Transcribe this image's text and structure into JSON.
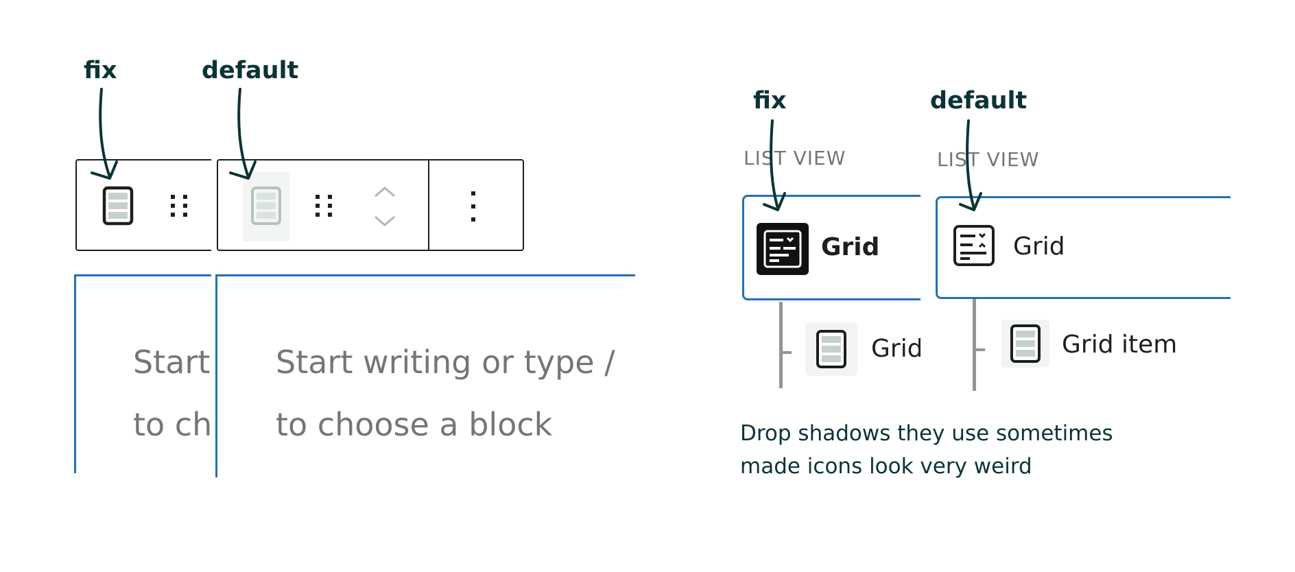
{
  "annotations": {
    "left_fix": "fix",
    "left_default": "default",
    "right_fix": "fix",
    "right_default": "default"
  },
  "editor": {
    "placeholder_line1": "Start writing or type /",
    "placeholder_line2": "to choose a block",
    "fix_line1": "Start",
    "fix_line2": "to ch"
  },
  "list_view": {
    "header": "LIST VIEW",
    "fix_parent_label": "Grid",
    "fix_child_label": "Grid",
    "default_parent_label": "Grid",
    "default_child_label": "Grid item"
  },
  "note": {
    "line1": "Drop shadows they use sometimes",
    "line2": "made icons look very weird"
  },
  "colors": {
    "annotation": "#0c3436",
    "accent_blue": "#2271b1",
    "toolbar_border": "#1e1e1e",
    "placeholder": "#757575",
    "icon_fill": "#1e1e1e",
    "icon_faded": "#c6d1ce",
    "icon_tile_bg": "#f3f5f4"
  },
  "icons": {
    "block_icon": "grid-item-icon",
    "drag_handle": "drag-handle-icon",
    "move_arrows": "move-up-down-icon",
    "options": "more-vertical-icon",
    "grid_block": "grid-icon"
  }
}
